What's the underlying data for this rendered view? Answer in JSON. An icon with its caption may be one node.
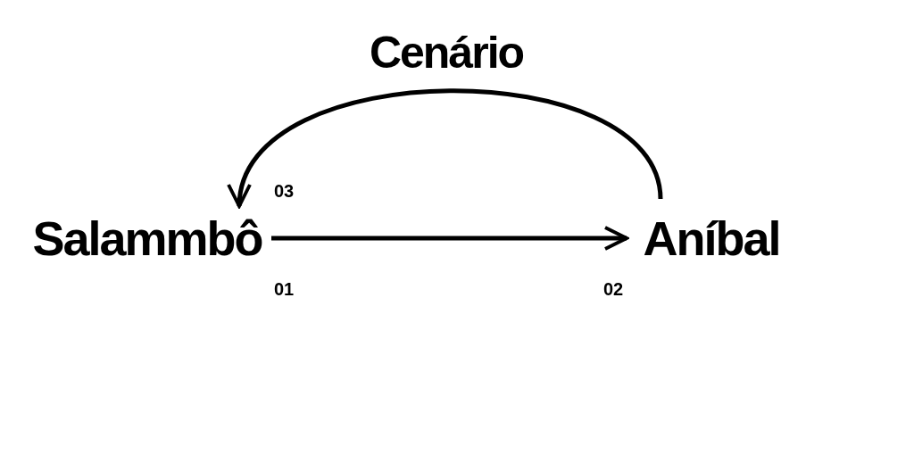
{
  "diagram": {
    "nodes": [
      {
        "text": [
          "Salammbô"
        ]
      },
      {
        "text": [
          "Aníbal"
        ]
      }
    ],
    "edges": [
      {
        "from": 0,
        "to": 1,
        "arrow": "to"
      },
      {
        "from": 1,
        "to": 0,
        "arrow": "to",
        "label": "Cenário"
      }
    ],
    "labels": [
      "03",
      "01",
      "02"
    ]
  }
}
